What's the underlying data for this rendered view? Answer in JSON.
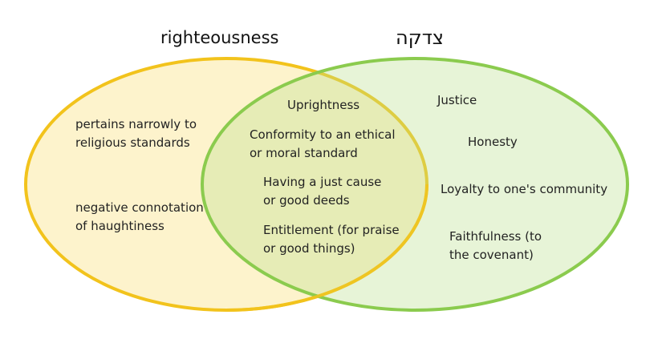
{
  "titles": {
    "left": "righteousness",
    "right": "צדקה"
  },
  "colors": {
    "left_fill": "#fdf3cc",
    "left_stroke": "#f2c31c",
    "right_fill": "#e5f4d6",
    "right_stroke": "#8bcb4e"
  },
  "left_only": [
    "pertains narrowly to\nreligious standards",
    "negative connotation\nof haughtiness"
  ],
  "overlap": [
    "Uprightness",
    "Conformity to an ethical\nor moral standard",
    "Having a just cause\nor good deeds",
    "Entitlement (for praise\nor good things)"
  ],
  "right_only": [
    "Justice",
    "Honesty",
    "Loyalty to one's community",
    "Faithfulness (to\nthe covenant)"
  ]
}
